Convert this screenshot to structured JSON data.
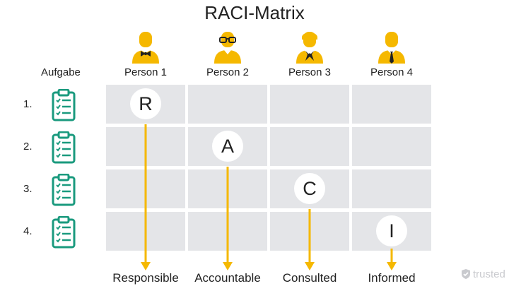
{
  "title": "RACI-Matrix",
  "task_column_label": "Aufgabe",
  "people": [
    {
      "label": "Person 1",
      "icon": "person-bowtie-icon"
    },
    {
      "label": "Person 2",
      "icon": "person-glasses-icon"
    },
    {
      "label": "Person 3",
      "icon": "person-scarf-icon"
    },
    {
      "label": "Person 4",
      "icon": "person-tie-icon"
    }
  ],
  "tasks": [
    {
      "number": "1.",
      "icon": "clipboard-checklist-icon"
    },
    {
      "number": "2.",
      "icon": "clipboard-checklist-icon"
    },
    {
      "number": "3.",
      "icon": "clipboard-checklist-icon"
    },
    {
      "number": "4.",
      "icon": "clipboard-checklist-icon"
    }
  ],
  "assignments": [
    {
      "letter": "R",
      "role": "Responsible"
    },
    {
      "letter": "A",
      "role": "Accountable"
    },
    {
      "letter": "C",
      "role": "Consulted"
    },
    {
      "letter": "I",
      "role": "Informed"
    }
  ],
  "watermark": "trusted",
  "colors": {
    "icon_yellow": "#f5b800",
    "arrow_yellow": "#f5b800",
    "clipboard_green": "#1a9a7e",
    "cell_gray": "#e4e5e8",
    "watermark_gray": "#c9cace"
  }
}
